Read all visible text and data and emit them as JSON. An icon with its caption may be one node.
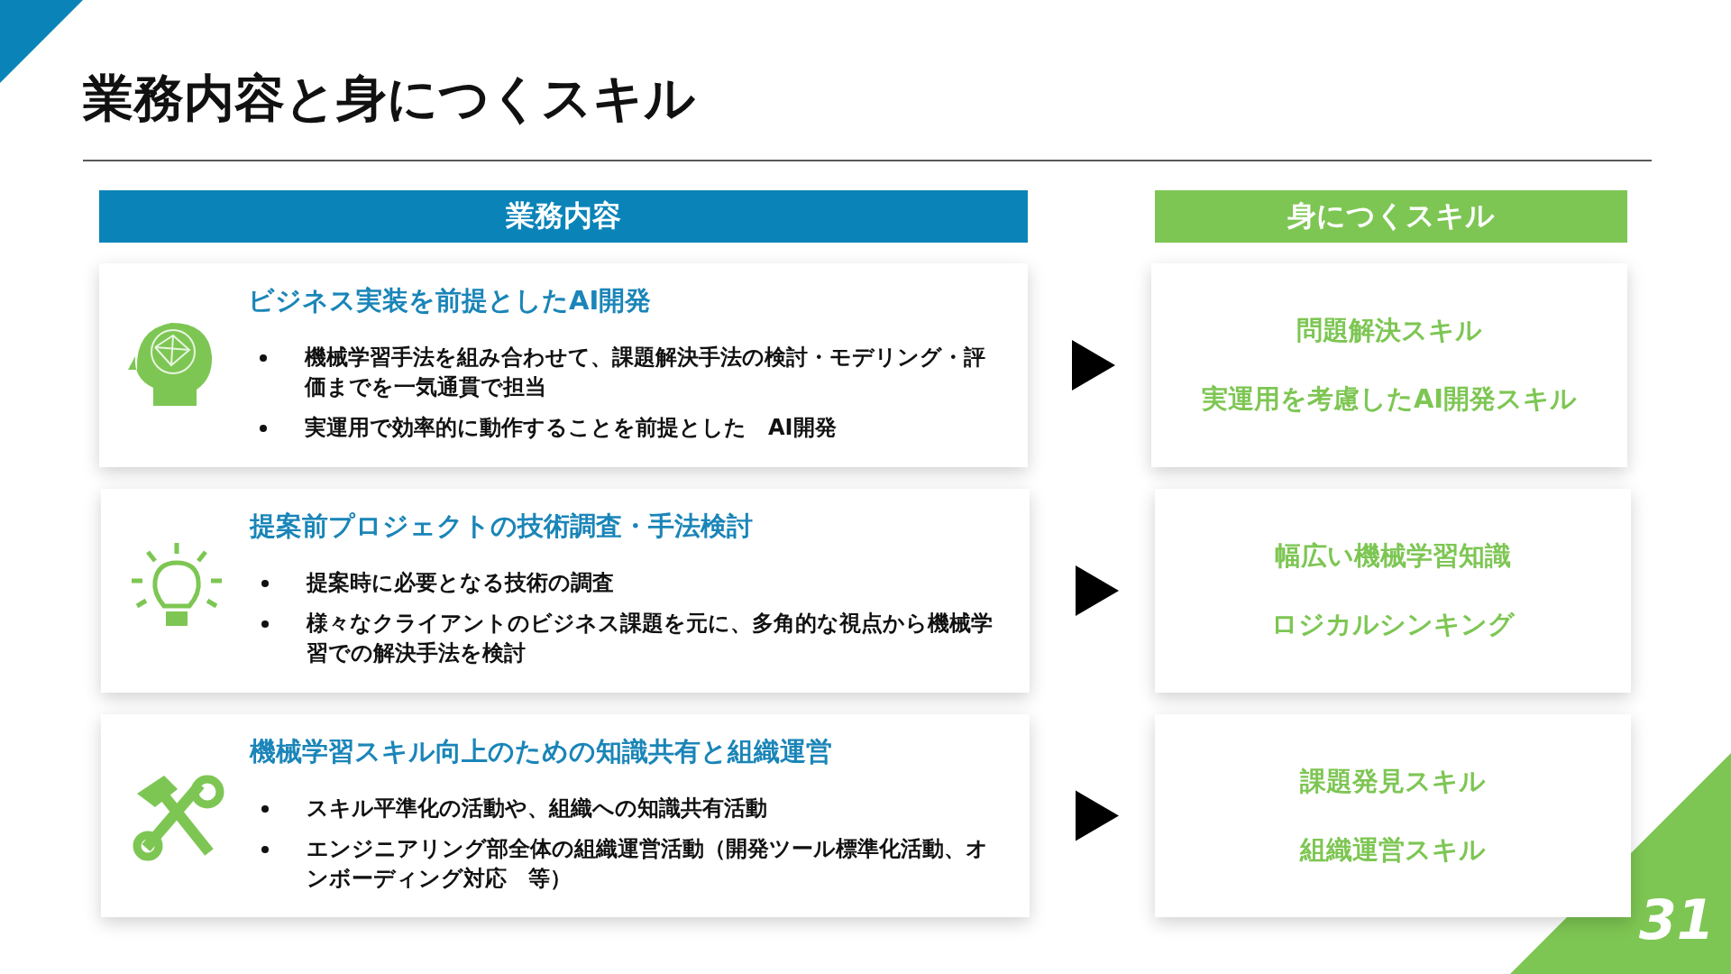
{
  "diagram": {
    "title": "業務内容と身につくスキル",
    "nodes": [
      {
        "text": [
          "業務内容"
        ]
      },
      {
        "text": [
          "身につくスキル"
        ]
      },
      {
        "text": [
          "ビジネス実装を前提としたAI開発",
          "機械学習手法を組み合わせて、課題解決手法の検討・モデリング・評価までを一気通貫で担当",
          "実運用で効率的に動作することを前提とした　AI開発"
        ]
      },
      {
        "text": [
          "問題解決スキル",
          "実運用を考慮したAI開発スキル"
        ]
      },
      {
        "text": [
          "提案前プロジェクトの技術調査・手法検討",
          "提案時に必要となる技術の調査",
          "様々なクライアントのビジネス課題を元に、多角的な視点から機械学習での解決手法を検討"
        ]
      },
      {
        "text": [
          "幅広い機械学習知識",
          "ロジカルシンキング"
        ]
      },
      {
        "text": [
          "機械学習スキル向上のための知識共有と組織運営",
          "スキル平準化の活動や、組織への知識共有活動",
          "エンジニアリング部全体の組織運営活動（開発ツール標準化活動、オンボーディング対応　等）"
        ]
      },
      {
        "text": [
          "課題発見スキル",
          "組織運営スキル"
        ]
      }
    ],
    "edges": [
      {
        "from": 2,
        "to": 3,
        "arrow": "to"
      },
      {
        "from": 4,
        "to": 5,
        "arrow": "to"
      },
      {
        "from": 6,
        "to": 7,
        "arrow": "to"
      }
    ],
    "labels": [
      "31"
    ]
  }
}
